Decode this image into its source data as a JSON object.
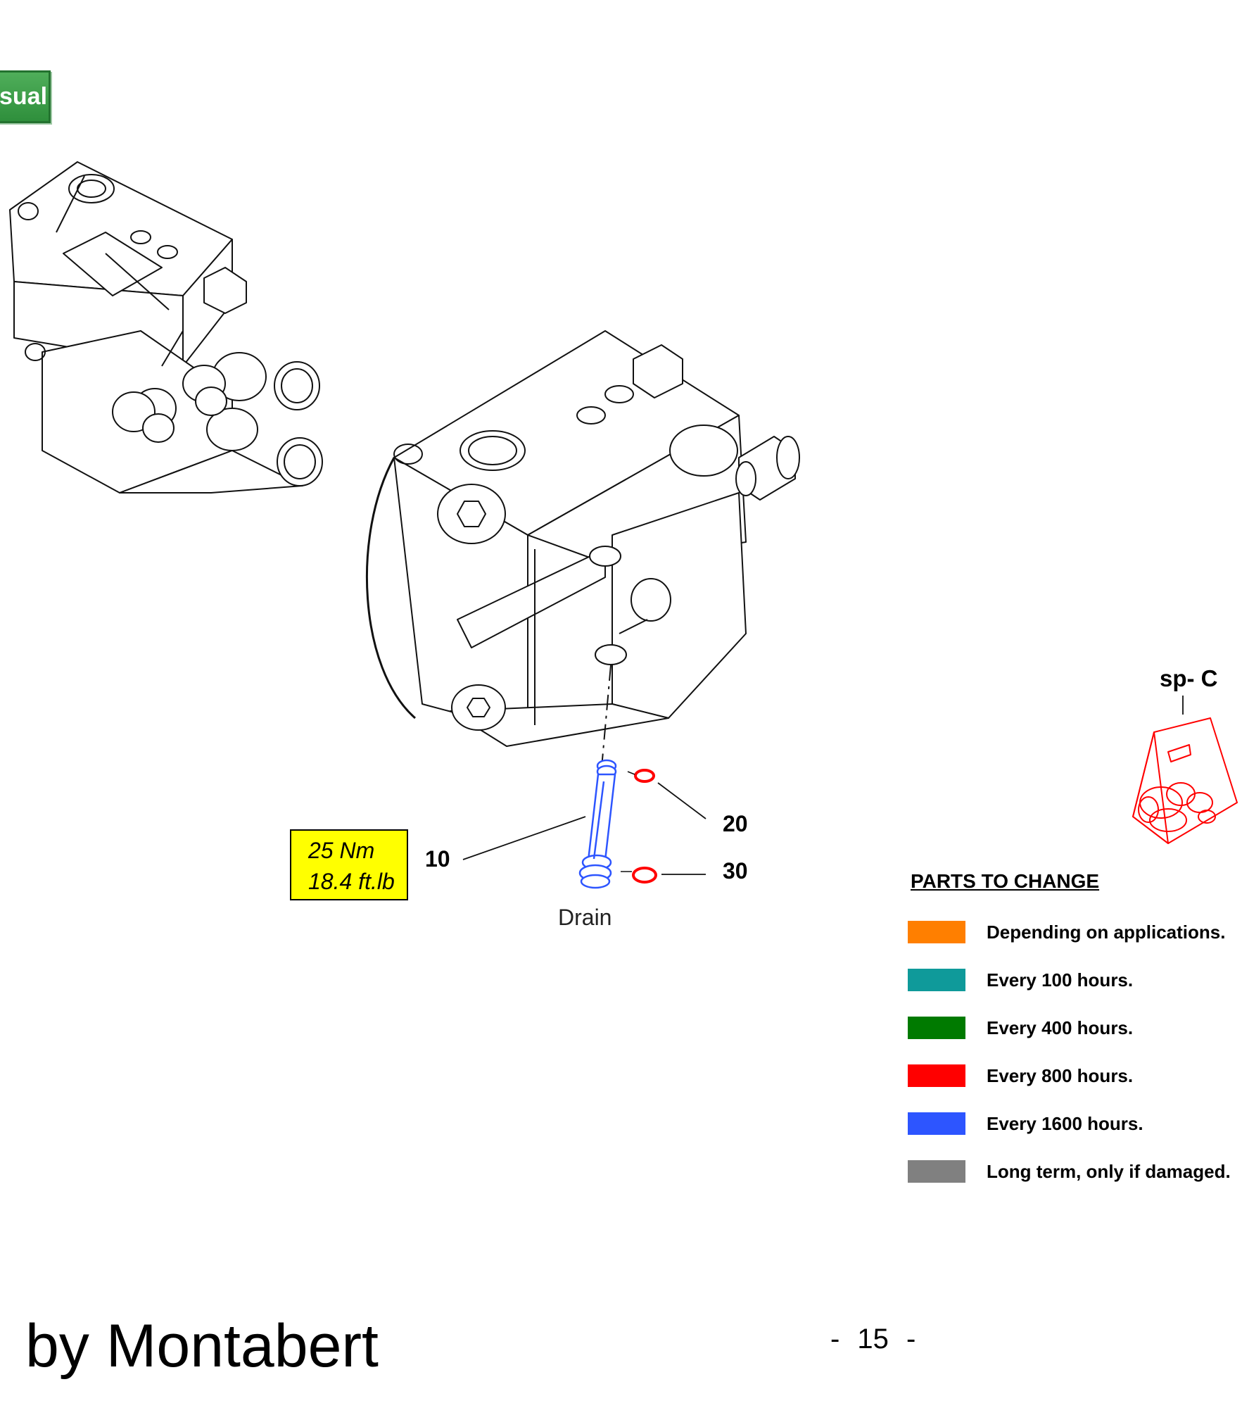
{
  "nav": {
    "button_label": "sual"
  },
  "torque_box": {
    "line1": "25 Nm",
    "line2": "18.4 ft.lb"
  },
  "callouts": {
    "item10": "10",
    "item20": "20",
    "item30": "30",
    "drain": "Drain",
    "spare_kit": "sp- C"
  },
  "legend": {
    "title": "PARTS TO CHANGE",
    "items": [
      {
        "label": "Depending on applications.",
        "color": "#ff7f00"
      },
      {
        "label": "Every 100 hours.",
        "color": "#0f9a9a"
      },
      {
        "label": "Every 400 hours.",
        "color": "#007a00"
      },
      {
        "label": "Every 800 hours.",
        "color": "#ff0000"
      },
      {
        "label": "Every 1600 hours.",
        "color": "#2d55ff"
      },
      {
        "label": "Long term, only if damaged.",
        "color": "#808080"
      }
    ]
  },
  "footer": {
    "brand": "by Montabert",
    "page": "- 15 -"
  }
}
